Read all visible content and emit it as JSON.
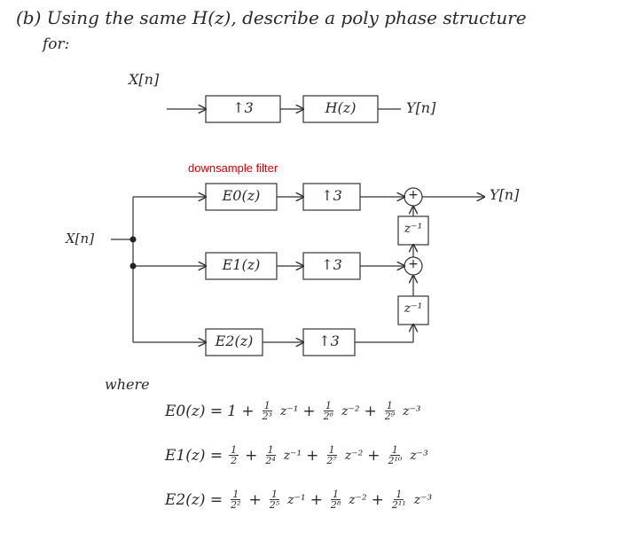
{
  "heading": {
    "line1": "(b) Using the same H(z), describe a poly phase structure",
    "line2": "for:"
  },
  "top_diagram": {
    "input_label": "X[n]",
    "up3_label": "↑3",
    "filter_label": "H(z)",
    "output_label": "Y[n]"
  },
  "annotation": "downsample filter",
  "poly_diagram": {
    "input_label": "X[n]",
    "branches": [
      {
        "filter": "E0(z)",
        "up": "↑3"
      },
      {
        "filter": "E1(z)",
        "up": "↑3"
      },
      {
        "filter": "E2(z)",
        "up": "↑3"
      }
    ],
    "delay_label": "z⁻¹",
    "adder_label": "+",
    "output_label": "Y[n]"
  },
  "where_label": "where",
  "equations": [
    {
      "lhs": "E0(z) =",
      "terms": [
        {
          "lead": "1 +"
        },
        {
          "num": "1",
          "den": "2³",
          "pow": "z⁻¹",
          "sep": "+"
        },
        {
          "num": "1",
          "den": "2⁶",
          "pow": "z⁻²",
          "sep": "+"
        },
        {
          "num": "1",
          "den": "2⁹",
          "pow": "z⁻³",
          "sep": ""
        }
      ]
    },
    {
      "lhs": "E1(z) =",
      "terms": [
        {
          "num": "1",
          "den": "2",
          "pow": "",
          "sep": "+"
        },
        {
          "num": "1",
          "den": "2⁴",
          "pow": "z⁻¹",
          "sep": "+"
        },
        {
          "num": "1",
          "den": "2⁷",
          "pow": "z⁻²",
          "sep": "+"
        },
        {
          "num": "1",
          "den": "2¹⁰",
          "pow": "z⁻³",
          "sep": ""
        }
      ]
    },
    {
      "lhs": "E2(z) =",
      "terms": [
        {
          "num": "1",
          "den": "2²",
          "pow": "",
          "sep": "+"
        },
        {
          "num": "1",
          "den": "2⁵",
          "pow": "z⁻¹",
          "sep": "+"
        },
        {
          "num": "1",
          "den": "2⁸",
          "pow": "z⁻²",
          "sep": "+"
        },
        {
          "num": "1",
          "den": "2¹¹",
          "pow": "z⁻³",
          "sep": ""
        }
      ]
    }
  ]
}
